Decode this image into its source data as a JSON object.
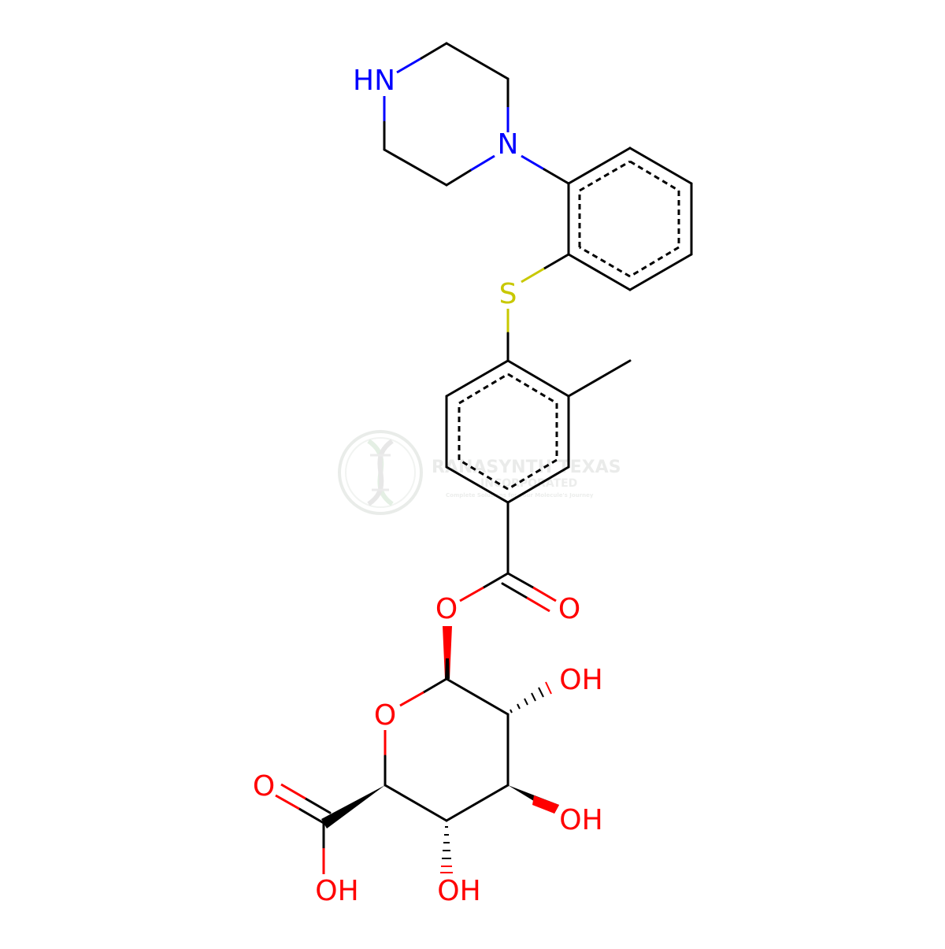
{
  "colors": {
    "bond": "#000000",
    "nitrogen": "#0000ff",
    "oxygen": "#ff0000",
    "sulfur": "#c8c800",
    "watermark": "#dfe4df"
  },
  "atoms": {
    "nh": "HN",
    "n": "N",
    "s": "S",
    "o_ester": "O",
    "o_carbonyl": "O",
    "oh_c2": "OH",
    "o_ring": "O",
    "oh_c3": "OH",
    "o_acid": "O",
    "oh_c4": "OH",
    "oh_acid": "OH"
  },
  "watermark": {
    "name": "RANASYNTH TEXAS",
    "line2": "INCORPORATED",
    "tagline": "Complete Solutions for your Molecule's Journey",
    "logo": "dna-logo-icon"
  }
}
